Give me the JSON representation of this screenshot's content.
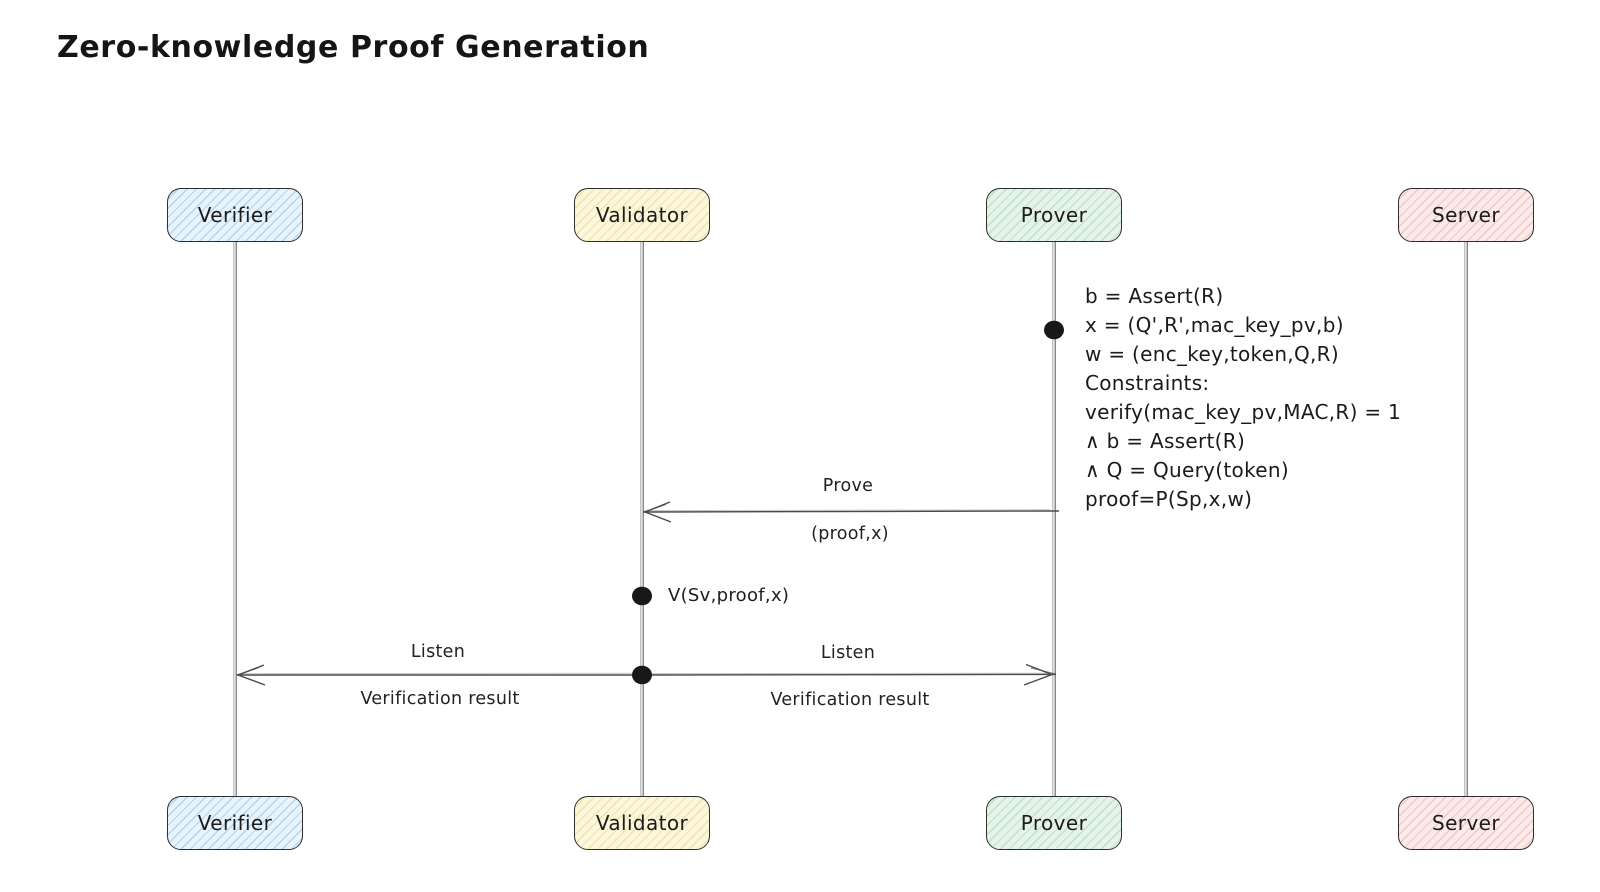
{
  "title": "Zero-knowledge Proof Generation",
  "actors": [
    {
      "name": "Verifier",
      "fill": "#e9f3fb",
      "stripe": "rgba(137,186,226,0.55)"
    },
    {
      "name": "Validator",
      "fill": "#fcf6da",
      "stripe": "rgba(233,212,137,0.55)"
    },
    {
      "name": "Prover",
      "fill": "#e6f3e9",
      "stripe": "rgba(158,212,170,0.55)"
    },
    {
      "name": "Server",
      "fill": "#faeaea",
      "stripe": "rgba(230,166,166,0.5)"
    }
  ],
  "annotation": {
    "lines": [
      "b = Assert(R)",
      "x = (Q',R',mac_key_pv,b)",
      "w = (enc_key,token,Q,R)",
      "Constraints:",
      "verify(mac_key_pv,MAC,R) = 1",
      "∧ b = Assert(R)",
      "∧ Q = Query(token)",
      "proof=P(Sp,x,w)"
    ]
  },
  "messages": {
    "prove": {
      "label": "Prove",
      "payload": "(proof,x)"
    },
    "listen_left": {
      "label": "Listen",
      "result": "Verification result"
    },
    "listen_right": {
      "label": "Listen",
      "result": "Verification result"
    },
    "validator_check": "V(Sv,proof,x)"
  },
  "colors": {
    "background": "#ffffff",
    "ink": "#1e1e1e",
    "arrow_line": "#4a4a4a",
    "lifeline_light": "#b9b9b9",
    "lifeline_dark": "#626262",
    "dot": "#181818"
  }
}
